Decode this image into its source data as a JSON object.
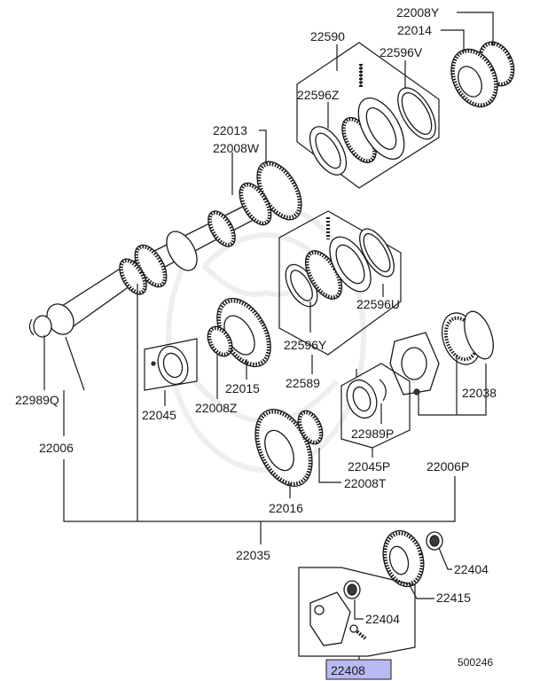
{
  "diagram_id": "500246",
  "highlight_color": "#b9b9f2",
  "labels": {
    "p22008Y": "22008Y",
    "p22014": "22014",
    "p22590": "22590",
    "p22596V": "22596V",
    "p22596Z": "22596Z",
    "p22013": "22013",
    "p22008W": "22008W",
    "p22596U": "22596U",
    "p22596Y": "22596Y",
    "p22589": "22589",
    "p22015": "22015",
    "p22008Z": "22008Z",
    "p22045": "22045",
    "p22989Q": "22989Q",
    "p22006": "22006",
    "p22038": "22038",
    "p22989P": "22989P",
    "p22045P": "22045P",
    "p22006P": "22006P",
    "p22008T": "22008T",
    "p22016": "22016",
    "p22035": "22035",
    "p22404a": "22404",
    "p22415": "22415",
    "p22404b": "22404",
    "p22408": "22408"
  }
}
